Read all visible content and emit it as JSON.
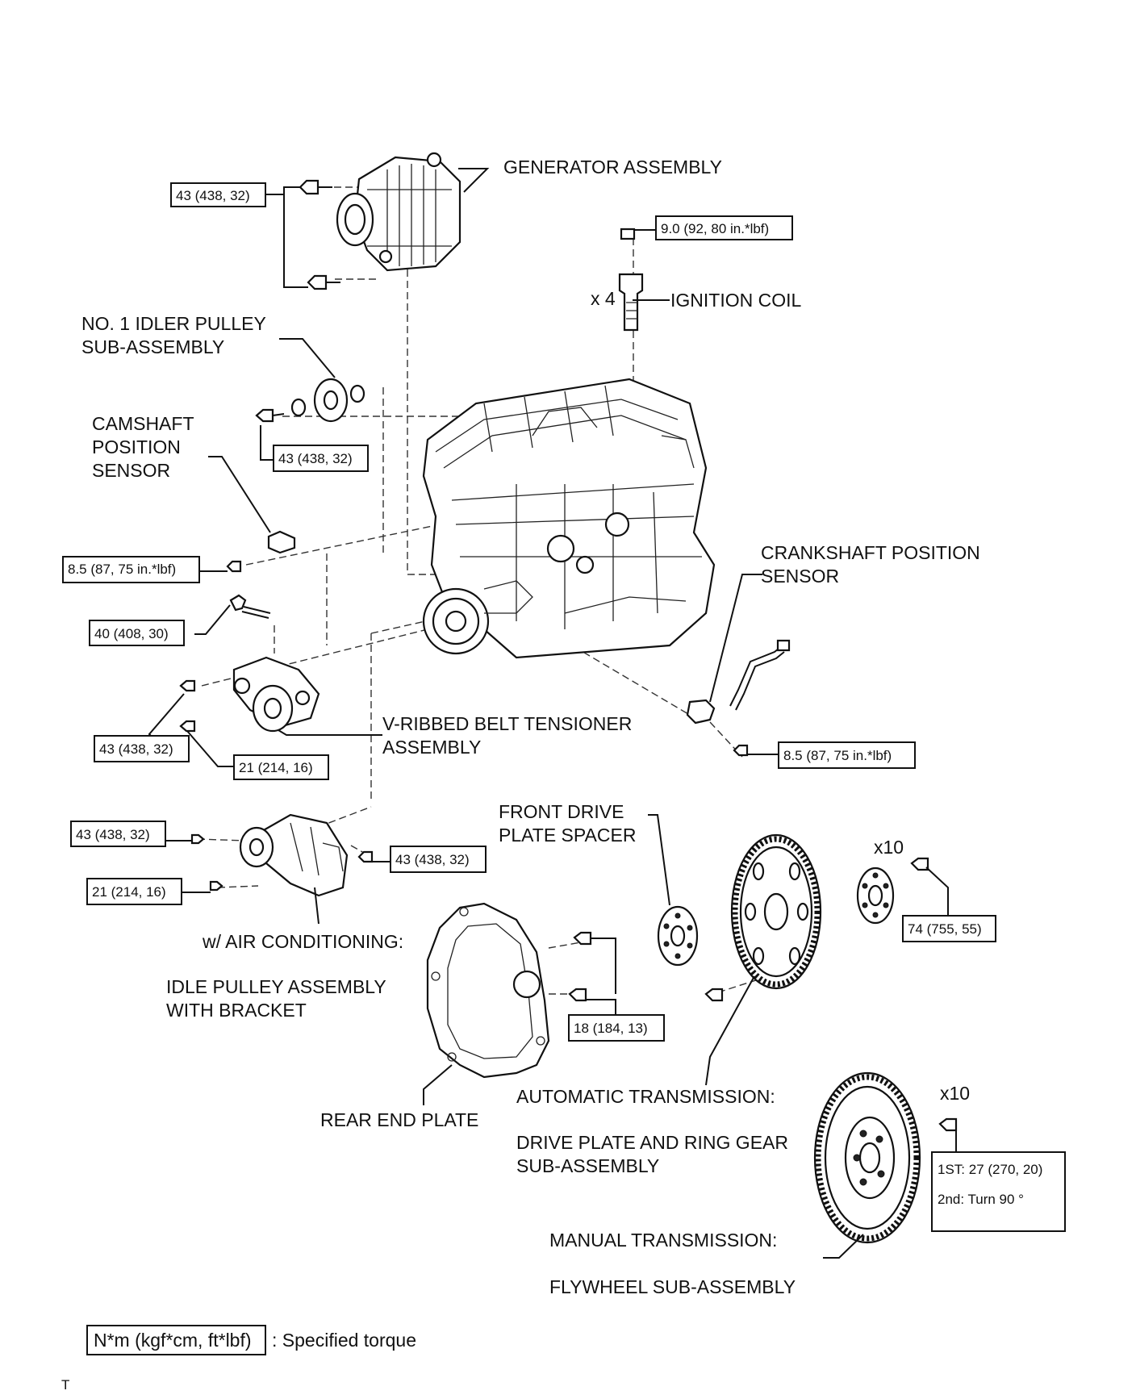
{
  "labels": {
    "generator": "GENERATOR ASSEMBLY",
    "ignition_coil": "IGNITION COIL",
    "ignition_qty": "x 4",
    "idler_pulley_1": "NO. 1 IDLER PULLEY",
    "idler_pulley_2": "SUB-ASSEMBLY",
    "camshaft_1": "CAMSHAFT",
    "camshaft_2": "POSITION",
    "camshaft_3": "SENSOR",
    "crankshaft_1": "CRANKSHAFT POSITION",
    "crankshaft_2": "SENSOR",
    "tensioner_1": "V-RIBBED BELT TENSIONER",
    "tensioner_2": "ASSEMBLY",
    "front_drive_1": "FRONT DRIVE",
    "front_drive_2": "PLATE SPACER",
    "air_cond": "w/ AIR CONDITIONING:",
    "idle_pulley_1": "IDLE PULLEY ASSEMBLY",
    "idle_pulley_2": "WITH BRACKET",
    "rear_end_plate": "REAR END PLATE",
    "auto_trans": "AUTOMATIC TRANSMISSION:",
    "drive_plate_1": "DRIVE PLATE AND RING GEAR",
    "drive_plate_2": "SUB-ASSEMBLY",
    "manual_trans": "MANUAL TRANSMISSION:",
    "flywheel": "FLYWHEEL SUB-ASSEMBLY",
    "qty_x10_a": "x10",
    "qty_x10_b": "x10"
  },
  "torques": {
    "generator": "43 (438, 32)",
    "ignition": "9.0 (92, 80 in.*lbf)",
    "idler": "43 (438, 32)",
    "camshaft": "8.5 (87, 75 in.*lbf)",
    "bolt_40": "40 (408, 30)",
    "tensioner_a": "43 (438, 32)",
    "tensioner_b": "21 (214, 16)",
    "crankshaft": "8.5 (87, 75 in.*lbf)",
    "bracket_a": "43 (438, 32)",
    "bracket_b": "43 (438, 32)",
    "bracket_c": "21 (214, 16)",
    "drive_plate": "74 (755, 55)",
    "rear_plate": "18 (184, 13)",
    "flywheel_1": "1ST: 27 (270, 20)",
    "flywheel_2": "2nd: Turn 90 °"
  },
  "legend": {
    "unit": "N*m (kgf*cm, ft*lbf)",
    "text": ": Specified torque"
  },
  "footer": {
    "mark": "T"
  }
}
